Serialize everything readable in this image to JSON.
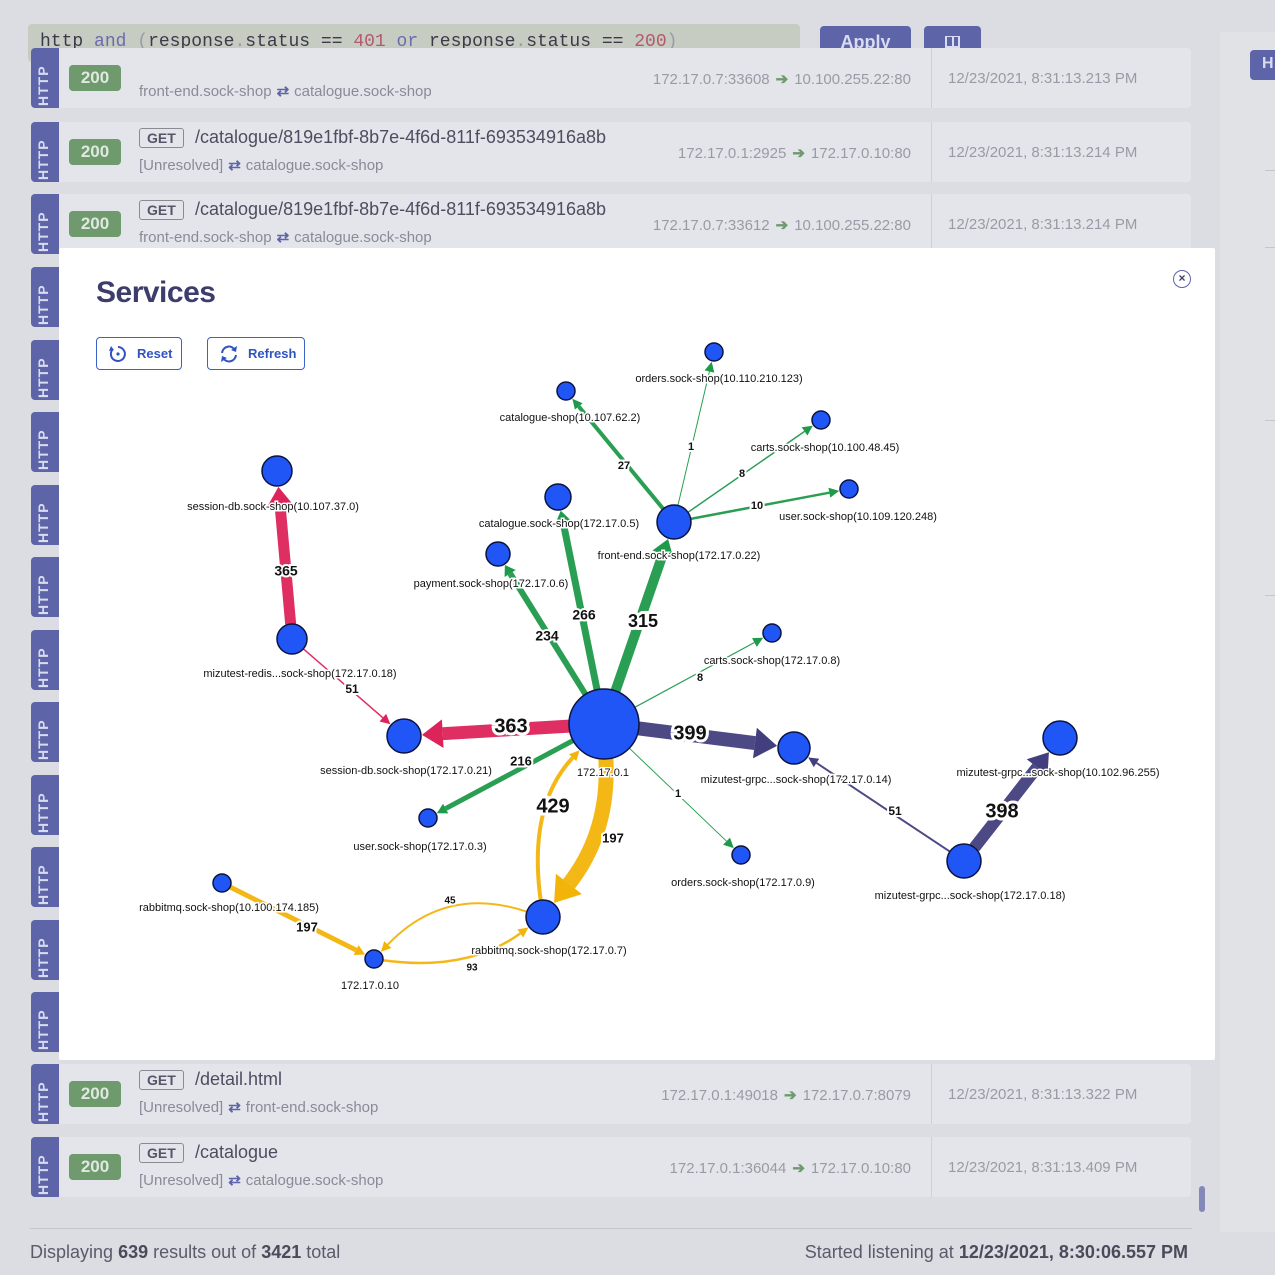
{
  "filter": {
    "query_tokens": [
      "http",
      " ",
      "and",
      " ",
      "(",
      "response",
      ".",
      "status",
      " == ",
      "401",
      " ",
      "or",
      " ",
      "response",
      ".",
      "status",
      " == ",
      "200",
      ")"
    ],
    "apply_label": "Apply",
    "docs_icon": "book-icon"
  },
  "right_panel": {
    "tab_label": "H"
  },
  "entries_top": [
    {
      "protocol": "HTTP",
      "status": "200",
      "method": "",
      "path": "",
      "source": "front-end.sock-shop",
      "destination": "catalogue.sock-shop",
      "src_ip": "172.17.0.7:33608",
      "dst_ip": "10.100.255.22:80",
      "time": "12/23/2021, 8:31:13.213 PM"
    },
    {
      "protocol": "HTTP",
      "status": "200",
      "method": "GET",
      "path": "/catalogue/819e1fbf-8b7e-4f6d-811f-693534916a8b",
      "source": "[Unresolved]",
      "destination": "catalogue.sock-shop",
      "src_ip": "172.17.0.1:2925",
      "dst_ip": "172.17.0.10:80",
      "time": "12/23/2021, 8:31:13.214 PM"
    },
    {
      "protocol": "HTTP",
      "status": "200",
      "method": "GET",
      "path": "/catalogue/819e1fbf-8b7e-4f6d-811f-693534916a8b",
      "source": "front-end.sock-shop",
      "destination": "catalogue.sock-shop",
      "src_ip": "172.17.0.7:33612",
      "dst_ip": "10.100.255.22:80",
      "time": "12/23/2021, 8:31:13.214 PM"
    }
  ],
  "hidden_proto_tabs": [
    "HTTP",
    "HTTP",
    "HTTP",
    "HTTP",
    "HTTP",
    "HTTP",
    "HTTP",
    "HTTP",
    "HTTP",
    "HTTP",
    "HTTP"
  ],
  "entries_bottom": [
    {
      "protocol": "HTTP",
      "status": "200",
      "method": "GET",
      "path": "/detail.html",
      "source": "[Unresolved]",
      "destination": "front-end.sock-shop",
      "src_ip": "172.17.0.1:49018",
      "dst_ip": "172.17.0.7:8079",
      "time": "12/23/2021, 8:31:13.322 PM"
    },
    {
      "protocol": "HTTP",
      "status": "200",
      "method": "GET",
      "path": "/catalogue",
      "source": "[Unresolved]",
      "destination": "catalogue.sock-shop",
      "src_ip": "172.17.0.1:36044",
      "dst_ip": "172.17.0.10:80",
      "time": "12/23/2021, 8:31:13.409 PM"
    }
  ],
  "footer": {
    "displaying": "Displaying",
    "shown_count": "639",
    "results_out_of": "results out of",
    "total_count": "3421",
    "total_word": "total",
    "started_listening": "Started listening at",
    "started_time": "12/23/2021, 8:30:06.557 PM"
  },
  "modal": {
    "title": "Services",
    "close_icon": "close-icon",
    "reset_label": "Reset",
    "refresh_label": "Refresh",
    "colors": {
      "green": "#1f9a4b",
      "red": "#dd245a",
      "purple": "#433f7e",
      "yellow": "#f3b40a",
      "node": "#2056f5"
    },
    "graph": {
      "nodes": [
        {
          "id": "hub",
          "label": "172.17.0.1"
        },
        {
          "id": "fe",
          "label": "front-end.sock-shop(172.17.0.22)"
        },
        {
          "id": "orders1",
          "label": "orders.sock-shop(10.110.210.123)"
        },
        {
          "id": "catsvc",
          "label": "catalogue-shop(10.107.62.2)"
        },
        {
          "id": "carts1",
          "label": "carts.sock-shop(10.100.48.45)"
        },
        {
          "id": "user1",
          "label": "user.sock-shop(10.109.120.248)"
        },
        {
          "id": "cat2",
          "label": "catalogue.sock-shop(172.17.0.5)"
        },
        {
          "id": "pay",
          "label": "payment.sock-shop(172.17.0.6)"
        },
        {
          "id": "sdb1",
          "label": "session-db.sock-shop(10.107.37.0)"
        },
        {
          "id": "redis",
          "label": "mizutest-redis...sock-shop(172.17.0.18)"
        },
        {
          "id": "sdb2",
          "label": "session-db.sock-shop(172.17.0.21)"
        },
        {
          "id": "user2",
          "label": "user.sock-shop(172.17.0.3)"
        },
        {
          "id": "carts2",
          "label": "carts.sock-shop(172.17.0.8)"
        },
        {
          "id": "grpc14",
          "label": "mizutest-grpc...sock-shop(172.17.0.14)"
        },
        {
          "id": "orders2",
          "label": "orders.sock-shop(172.17.0.9)"
        },
        {
          "id": "grpc255",
          "label": "mizutest-grpc...sock-shop(10.102.96.255)"
        },
        {
          "id": "grpc18",
          "label": "mizutest-grpc...sock-shop(172.17.0.18)"
        },
        {
          "id": "rmqsvc",
          "label": "rabbitmq.sock-shop(10.100.174.185)"
        },
        {
          "id": "rmq",
          "label": "rabbitmq.sock-shop(172.17.0.7)"
        },
        {
          "id": "n10",
          "label": "172.17.0.10"
        }
      ],
      "edges": [
        {
          "from": "hub",
          "to": "fe",
          "count": 315,
          "color": "green"
        },
        {
          "from": "hub",
          "to": "cat2",
          "count": 266,
          "color": "green"
        },
        {
          "from": "hub",
          "to": "pay",
          "count": 234,
          "color": "green"
        },
        {
          "from": "hub",
          "to": "sdb2",
          "count": 363,
          "color": "red"
        },
        {
          "from": "hub",
          "to": "user2",
          "count": 216,
          "color": "green"
        },
        {
          "from": "hub",
          "to": "carts2",
          "count": 8,
          "color": "green"
        },
        {
          "from": "hub",
          "to": "grpc14",
          "count": 399,
          "color": "purple"
        },
        {
          "from": "hub",
          "to": "orders2",
          "count": 1,
          "color": "green"
        },
        {
          "from": "hub",
          "to": "rmq",
          "count": 429,
          "color": "yellow"
        },
        {
          "from": "rmq",
          "to": "hub",
          "count": 197,
          "color": "yellow"
        },
        {
          "from": "fe",
          "to": "catsvc",
          "count": 27,
          "color": "green"
        },
        {
          "from": "fe",
          "to": "orders1",
          "count": 1,
          "color": "green"
        },
        {
          "from": "fe",
          "to": "carts1",
          "count": 8,
          "color": "green"
        },
        {
          "from": "fe",
          "to": "user1",
          "count": 10,
          "color": "green"
        },
        {
          "from": "redis",
          "to": "sdb1",
          "count": 365,
          "color": "red"
        },
        {
          "from": "redis",
          "to": "sdb2",
          "count": 51,
          "color": "red"
        },
        {
          "from": "grpc18",
          "to": "grpc255",
          "count": 398,
          "color": "purple"
        },
        {
          "from": "grpc18",
          "to": "grpc14",
          "count": 51,
          "color": "purple"
        },
        {
          "from": "rmqsvc",
          "to": "n10",
          "count": 197,
          "color": "yellow"
        },
        {
          "from": "rmq",
          "to": "n10",
          "count": 45,
          "color": "yellow"
        },
        {
          "from": "n10",
          "to": "rmq",
          "count": 93,
          "color": "yellow"
        }
      ]
    }
  }
}
